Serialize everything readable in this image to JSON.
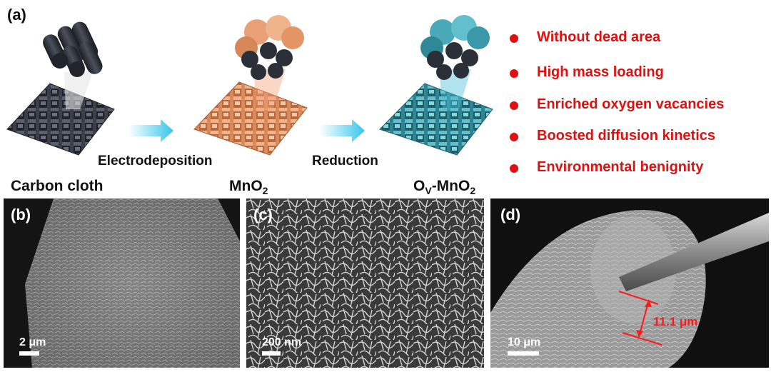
{
  "panel_a": {
    "label": "(a)",
    "steps": {
      "electrodeposition": "Electrodeposition",
      "reduction": "Reduction"
    },
    "materials": {
      "carbon_cloth": "Carbon cloth",
      "mno2_base": "MnO",
      "mno2_sub": "2",
      "ov_o": "O",
      "ov_v": "V",
      "ov_rest": "-MnO",
      "ov_sub": "2"
    },
    "features": [
      "Without dead area",
      "High mass loading",
      "Enriched oxygen vacancies",
      "Boosted diffusion kinetics",
      "Environmental benignity"
    ],
    "colors": {
      "carbon": "#2a2f38",
      "mno2": "#e7a27a",
      "ov_mno2": "#3f9fae",
      "arrow": "#35c6ec",
      "feature": "#e01010"
    }
  },
  "panel_b": {
    "label": "(b)",
    "scale": "2 μm"
  },
  "panel_c": {
    "label": "(c)",
    "scale": "200 nm"
  },
  "panel_d": {
    "label": "(d)",
    "scale": "10 μm",
    "measurement": "11.1 μm"
  }
}
